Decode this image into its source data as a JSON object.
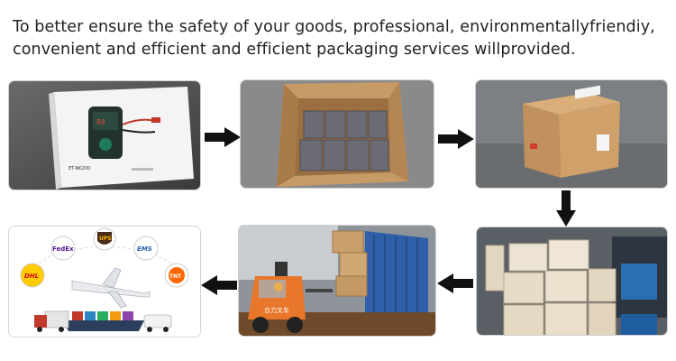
{
  "headline": {
    "line1": "To better ensure the safety of your goods, professional, environmentallyfriendiy,",
    "line2": "convenient and efficient and efficient packaging services willprovided."
  },
  "steps": [
    {
      "scene": "product-in-retail-box"
    },
    {
      "scene": "open-carton-with-boxes"
    },
    {
      "scene": "sealed-shipping-carton"
    },
    {
      "scene": "stacked-cartons-warehouse"
    },
    {
      "scene": "forklift-loading-container"
    },
    {
      "scene": "courier-logistics-network"
    }
  ],
  "product_box": {
    "model": "ET-NK200"
  },
  "forklift": {
    "brand": "合力叉车"
  },
  "carriers": [
    "FedEx",
    "UPS",
    "EMS",
    "DHL",
    "TNT"
  ],
  "colors": {
    "arrow": "#111111",
    "carton": "#c89a64",
    "forklift": "#e8762b",
    "container": "#2e5fa8",
    "dhl": "#ffcc00",
    "ups": "#4a2c18"
  }
}
